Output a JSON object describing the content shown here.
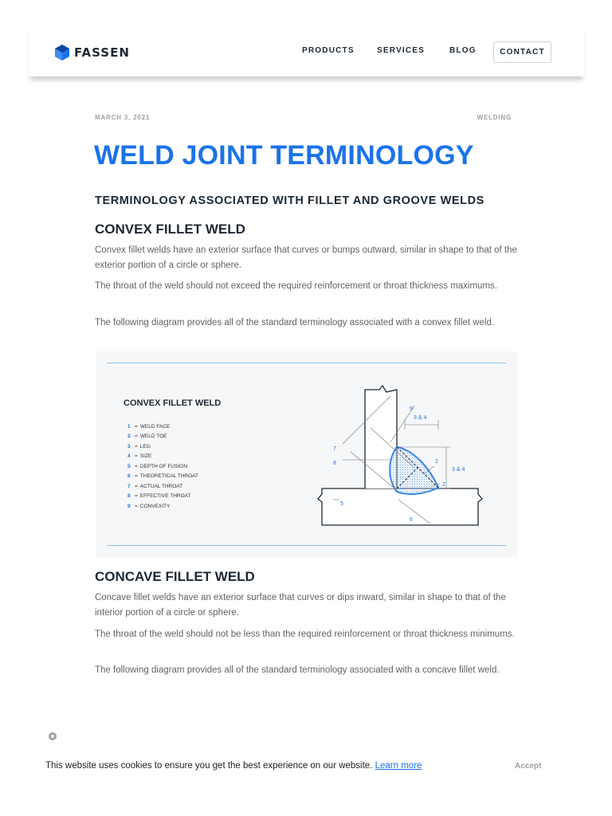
{
  "header": {
    "logo_text": "FASSEN",
    "nav": {
      "products": "PRODUCTS",
      "services": "SERVICES",
      "blog": "BLOG",
      "contact": "CONTACT"
    }
  },
  "article": {
    "date": "MARCH 3, 2021",
    "category": "WELDING",
    "title": "WELD JOINT TERMINOLOGY",
    "subtitle": "TERMINOLOGY ASSOCIATED WITH FILLET AND GROOVE WELDS",
    "convex": {
      "heading": "CONVEX FILLET WELD",
      "p1": "Convex fillet welds have an exterior surface that curves or bumps outward, similar in shape to that of the exterior portion of a circle or sphere.",
      "p2": "The throat of the weld should not exceed the required reinforcement or throat thickness maximums.",
      "p3": "The following diagram provides all of the standard terminology associated with a convex fillet weld."
    },
    "figure": {
      "title": "CONVEX FILLET WELD",
      "legend": [
        {
          "num": "1",
          "label": "WELD FACE"
        },
        {
          "num": "2",
          "label": "WELD TOE"
        },
        {
          "num": "3",
          "label": "LEG"
        },
        {
          "num": "4",
          "label": "SIZE"
        },
        {
          "num": "5",
          "label": "DEPTH OF FUSION"
        },
        {
          "num": "6",
          "label": "THEORETICAL THROAT"
        },
        {
          "num": "7",
          "label": "ACTUAL THROAT"
        },
        {
          "num": "8",
          "label": "EFFECTIVE THROAT"
        },
        {
          "num": "9",
          "label": "CONVEXITY"
        }
      ],
      "callouts": {
        "c1": "1",
        "c2": "2",
        "c34a": "3 & 4",
        "c34b": "3 & 4",
        "c5": "5",
        "c6": "6",
        "c7": "7",
        "c8": "8",
        "c9": "9"
      }
    },
    "concave": {
      "heading": "CONCAVE FILLET WELD",
      "p1": "Concave fillet welds have an exterior surface that curves or dips inward, similar in shape to that of the interior portion of a circle or sphere.",
      "p2": "The throat of the weld should not be less than the required reinforcement or throat thickness minimums.",
      "p3": "The following diagram provides all of the standard terminology associated with a concave fillet weld."
    }
  },
  "cookie": {
    "text": "This website uses cookies to ensure you get the best experience on our website.",
    "link": "Learn more",
    "accept": "Accept"
  },
  "colors": {
    "accent": "#1a73e8",
    "heading": "#1d2833",
    "body": "#5f6368"
  }
}
